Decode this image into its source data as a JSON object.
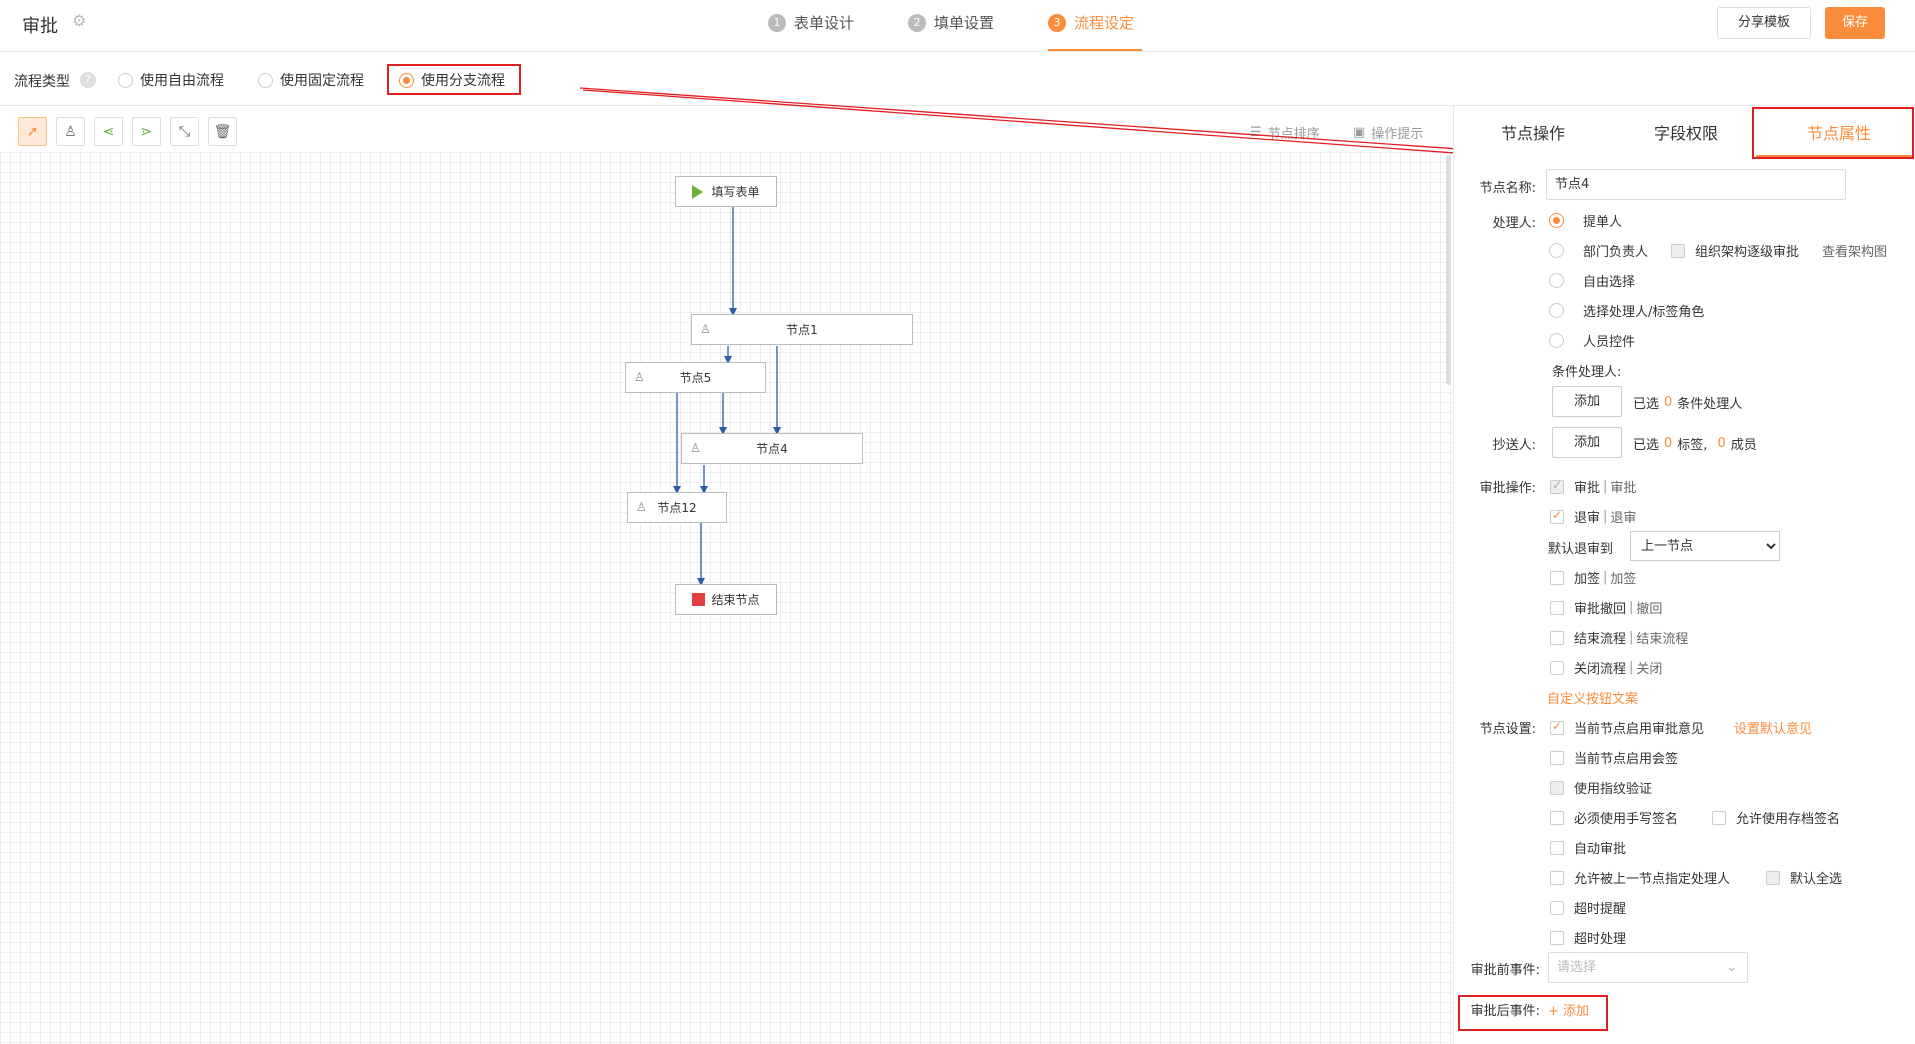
{
  "header": {
    "title": "审批",
    "steps": [
      {
        "num": "1",
        "label": "表单设计"
      },
      {
        "num": "2",
        "label": "填单设置"
      },
      {
        "num": "3",
        "label": "流程设定"
      }
    ],
    "share_label": "分享模板",
    "save_label": "保存"
  },
  "flow_type": {
    "label": "流程类型",
    "help": "?",
    "options": [
      "使用自由流程",
      "使用固定流程",
      "使用分支流程"
    ],
    "selected": "使用分支流程"
  },
  "toolbar": {
    "tools": [
      "pointer-icon",
      "user-icon",
      "branch-icon",
      "merge-icon",
      "connector-icon",
      "trash-icon"
    ],
    "sort_label": "节点排序",
    "hint_label": "操作提示"
  },
  "canvas": {
    "nodes": {
      "start": "填写表单",
      "n1": "节点1",
      "n5": "节点5",
      "n4": "节点4",
      "n12": "节点12",
      "end": "结束节点"
    }
  },
  "panel": {
    "tabs": [
      "节点操作",
      "字段权限",
      "节点属性"
    ],
    "node_name_label": "节点名称:",
    "node_name_value": "节点4",
    "handler_label": "处理人:",
    "handler_options": [
      "提单人",
      "部门负责人",
      "自由选择",
      "选择处理人/标签角色",
      "人员控件"
    ],
    "org_escalate": "组织架构逐级审批",
    "view_org": "查看架构图",
    "cond_handler_label": "条件处理人:",
    "add_label": "添加",
    "selected_prefix": "已选",
    "cond_count": "0",
    "cond_suffix": "条件处理人",
    "cc_label": "抄送人:",
    "cc_tag_count": "0",
    "cc_tag_suffix": "标签,",
    "cc_member_count": "0",
    "cc_member_suffix": "成员",
    "approve_ops_label": "审批操作:",
    "ops": [
      {
        "a": "审批",
        "b": "审批",
        "checked": true,
        "disabled": true
      },
      {
        "a": "退审",
        "b": "退审",
        "checked": true,
        "disabled": false
      }
    ],
    "default_return_label": "默认退审到",
    "default_return_value": "上一节点",
    "ops2": [
      {
        "a": "加签",
        "b": "加签"
      },
      {
        "a": "审批撤回",
        "b": "撤回"
      },
      {
        "a": "结束流程",
        "b": "结束流程"
      },
      {
        "a": "关闭流程",
        "b": "关闭"
      }
    ],
    "custom_btn_text": "自定义按钮文案",
    "node_settings_label": "节点设置:",
    "settings": {
      "opinion": "当前节点启用审批意见",
      "set_default_opinion": "设置默认意见",
      "countersign": "当前节点启用会签",
      "fingerprint": "使用指纹验证",
      "handwrite": "必须使用手写签名",
      "archive_sign": "允许使用存档签名",
      "auto_approve": "自动审批",
      "allow_prev_assign": "允许被上一节点指定处理人",
      "default_all": "默认全选",
      "timeout_remind": "超时提醒",
      "timeout_handle": "超时处理"
    },
    "before_event_label": "审批前事件:",
    "before_event_placeholder": "请选择",
    "after_event_label": "审批后事件:",
    "after_event_add": "+ 添加"
  },
  "colors": {
    "accent": "#fa8c3c",
    "highlight": "#e02020",
    "edge": "#2a5aa8"
  }
}
